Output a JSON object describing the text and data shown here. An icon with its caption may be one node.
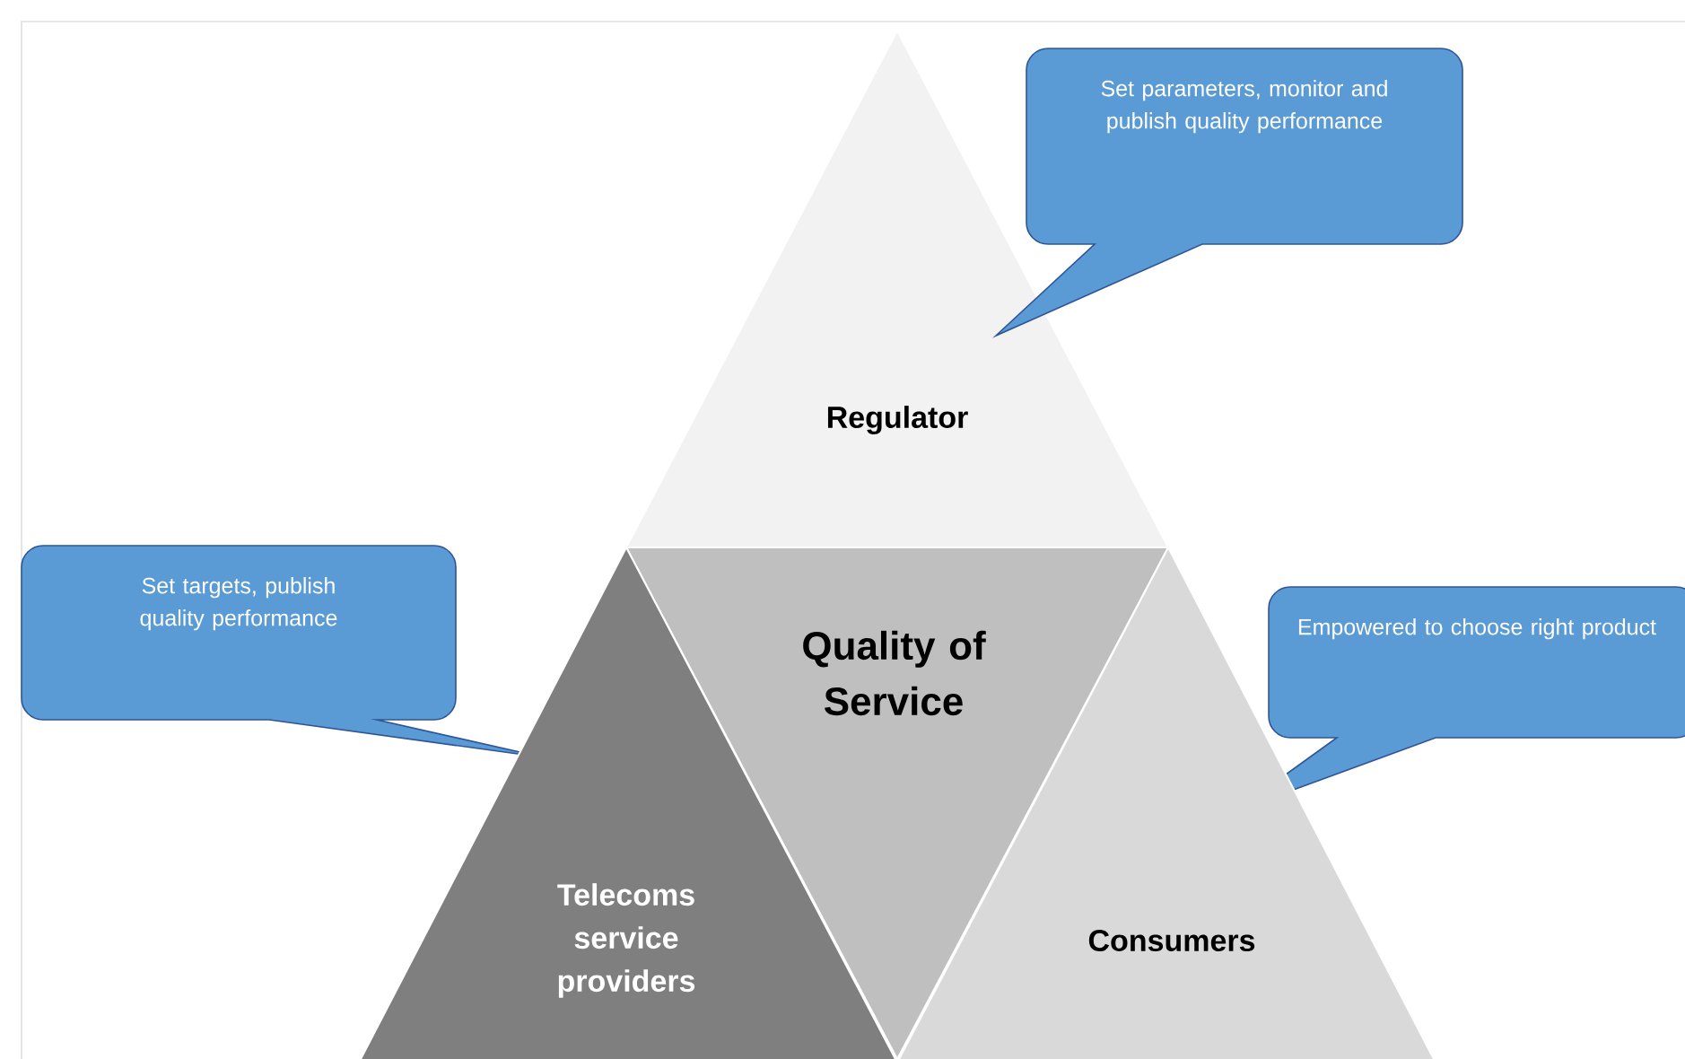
{
  "diagram": {
    "nodes": [
      {
        "text": [
          "Regulator"
        ]
      },
      {
        "text": [
          "Set parameters,  monitor and publish quality performance"
        ]
      },
      {
        "text": [
          "Set targets, publish quality performance"
        ]
      },
      {
        "text": [
          "Quality of Service"
        ]
      },
      {
        "text": [
          "Empowered to choose right product"
        ]
      },
      {
        "text": [
          "Telecoms service providers"
        ]
      },
      {
        "text": [
          "Consumers"
        ]
      }
    ]
  }
}
